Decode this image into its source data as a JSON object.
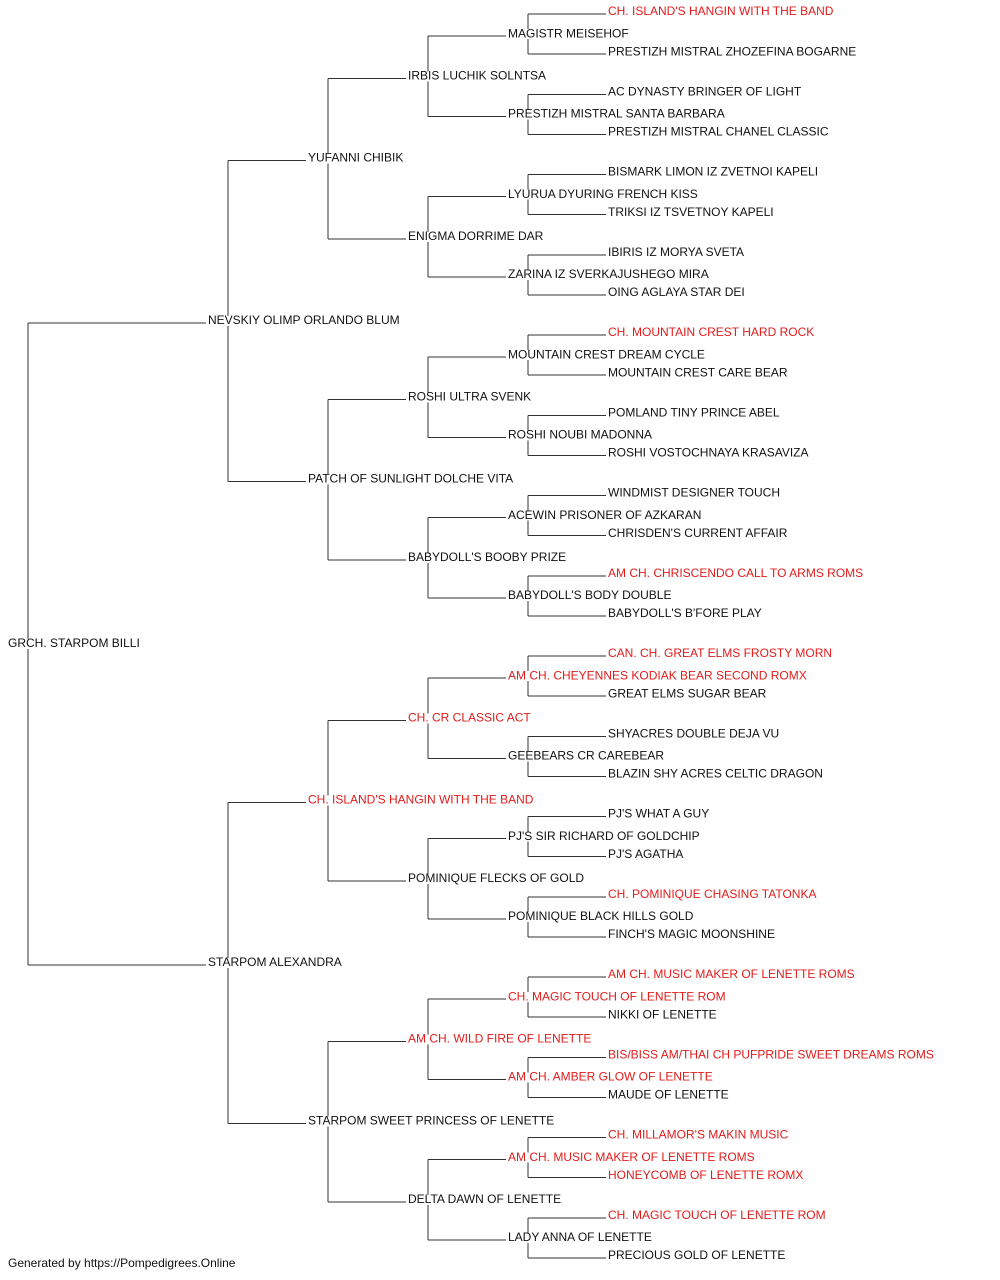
{
  "colors": {
    "champion": "#e31b1b",
    "normal": "#111111",
    "line": "#333333"
  },
  "pedigree": {
    "name": "GRCH. STARPOM BILLI",
    "ch": false,
    "sire": {
      "name": "NEVSKIY OLIMP ORLANDO BLUM",
      "ch": false,
      "sire": {
        "name": "YUFANNI CHIBIK",
        "ch": false,
        "sire": {
          "name": "IRBIS LUCHIK SOLNTSA",
          "ch": false,
          "sire": {
            "name": "MAGISTR MEISEHOF",
            "ch": false,
            "sire": {
              "name": "CH. ISLAND'S HANGIN WITH THE BAND",
              "ch": true
            },
            "dam": {
              "name": "PRESTIZH MISTRAL ZHOZEFINA BOGARNE",
              "ch": false
            }
          },
          "dam": {
            "name": "PRESTIZH MISTRAL SANTA BARBARA",
            "ch": false,
            "sire": {
              "name": "AC DYNASTY BRINGER OF LIGHT",
              "ch": false
            },
            "dam": {
              "name": "PRESTIZH MISTRAL CHANEL CLASSIC",
              "ch": false
            }
          }
        },
        "dam": {
          "name": "ENIGMA DORRIME DAR",
          "ch": false,
          "sire": {
            "name": "LYURUA DYURING FRENCH KISS",
            "ch": false,
            "sire": {
              "name": "BISMARK LIMON IZ ZVETNOI KAPELI",
              "ch": false
            },
            "dam": {
              "name": "TRIKSI IZ TSVETNOY KAPELI",
              "ch": false
            }
          },
          "dam": {
            "name": "ZARINA IZ SVERKAJUSHEGO MIRA",
            "ch": false,
            "sire": {
              "name": "IBIRIS IZ MORYA SVETA",
              "ch": false
            },
            "dam": {
              "name": "OING AGLAYA STAR DEI",
              "ch": false
            }
          }
        }
      },
      "dam": {
        "name": "PATCH OF SUNLIGHT DOLCHE VITA",
        "ch": false,
        "sire": {
          "name": "ROSHI ULTRA SVENK",
          "ch": false,
          "sire": {
            "name": "MOUNTAIN CREST DREAM CYCLE",
            "ch": false,
            "sire": {
              "name": "CH. MOUNTAIN CREST HARD ROCK",
              "ch": true
            },
            "dam": {
              "name": "MOUNTAIN CREST CARE BEAR",
              "ch": false
            }
          },
          "dam": {
            "name": "ROSHI NOUBI MADONNA",
            "ch": false,
            "sire": {
              "name": "POMLAND TINY PRINCE ABEL",
              "ch": false
            },
            "dam": {
              "name": "ROSHI VOSTOCHNAYA KRASAVIZA",
              "ch": false
            }
          }
        },
        "dam": {
          "name": "BABYDOLL'S BOOBY PRIZE",
          "ch": false,
          "sire": {
            "name": "ACEWIN PRISONER OF AZKARAN",
            "ch": false,
            "sire": {
              "name": "WINDMIST DESIGNER TOUCH",
              "ch": false
            },
            "dam": {
              "name": "CHRISDEN'S CURRENT AFFAIR",
              "ch": false
            }
          },
          "dam": {
            "name": "BABYDOLL'S BODY DOUBLE",
            "ch": false,
            "sire": {
              "name": "AM CH. CHRISCENDO CALL TO ARMS ROMS",
              "ch": true
            },
            "dam": {
              "name": "BABYDOLL'S B'FORE PLAY",
              "ch": false
            }
          }
        }
      }
    },
    "dam": {
      "name": "STARPOM ALEXANDRA",
      "ch": false,
      "sire": {
        "name": "CH. ISLAND'S HANGIN WITH THE BAND",
        "ch": true,
        "sire": {
          "name": "CH. CR CLASSIC ACT",
          "ch": true,
          "sire": {
            "name": "AM CH. CHEYENNES KODIAK BEAR SECOND ROMX",
            "ch": true,
            "sire": {
              "name": "CAN. CH. GREAT ELMS FROSTY MORN",
              "ch": true
            },
            "dam": {
              "name": "GREAT ELMS SUGAR BEAR",
              "ch": false
            }
          },
          "dam": {
            "name": "GEEBEARS CR CAREBEAR",
            "ch": false,
            "sire": {
              "name": "SHYACRES DOUBLE DEJA VU",
              "ch": false
            },
            "dam": {
              "name": "BLAZIN SHY ACRES CELTIC DRAGON",
              "ch": false
            }
          }
        },
        "dam": {
          "name": "POMINIQUE FLECKS OF GOLD",
          "ch": false,
          "sire": {
            "name": "PJ'S SIR RICHARD OF GOLDCHIP",
            "ch": false,
            "sire": {
              "name": "PJ'S WHAT A GUY",
              "ch": false
            },
            "dam": {
              "name": "PJ'S AGATHA",
              "ch": false
            }
          },
          "dam": {
            "name": "POMINIQUE BLACK HILLS GOLD",
            "ch": false,
            "sire": {
              "name": "CH. POMINIQUE CHASING TATONKA",
              "ch": true
            },
            "dam": {
              "name": "FINCH'S MAGIC MOONSHINE",
              "ch": false
            }
          }
        }
      },
      "dam": {
        "name": "STARPOM SWEET PRINCESS OF LENETTE",
        "ch": false,
        "sire": {
          "name": "AM CH. WILD FIRE OF LENETTE",
          "ch": true,
          "sire": {
            "name": "CH. MAGIC TOUCH OF LENETTE ROM",
            "ch": true,
            "sire": {
              "name": "AM CH. MUSIC MAKER OF LENETTE ROMS",
              "ch": true
            },
            "dam": {
              "name": "NIKKI OF LENETTE",
              "ch": false
            }
          },
          "dam": {
            "name": "AM CH. AMBER GLOW OF LENETTE",
            "ch": true,
            "sire": {
              "name": "BIS/BISS AM/THAI CH PUFPRIDE SWEET DREAMS ROMS",
              "ch": true
            },
            "dam": {
              "name": "MAUDE OF LENETTE",
              "ch": false
            }
          }
        },
        "dam": {
          "name": "DELTA DAWN OF LENETTE",
          "ch": false,
          "sire": {
            "name": "AM CH. MUSIC MAKER OF LENETTE ROMS",
            "ch": true,
            "sire": {
              "name": "CH. MILLAMOR'S MAKIN MUSIC",
              "ch": true
            },
            "dam": {
              "name": "HONEYCOMB OF LENETTE ROMX",
              "ch": true
            }
          },
          "dam": {
            "name": "LADY ANNA OF LENETTE",
            "ch": false,
            "sire": {
              "name": "CH. MAGIC TOUCH OF LENETTE ROM",
              "ch": true
            },
            "dam": {
              "name": "PRECIOUS GOLD OF LENETTE",
              "ch": false
            }
          }
        }
      }
    }
  },
  "footer": {
    "text": "Generated by https://Pompedigrees.Online"
  }
}
